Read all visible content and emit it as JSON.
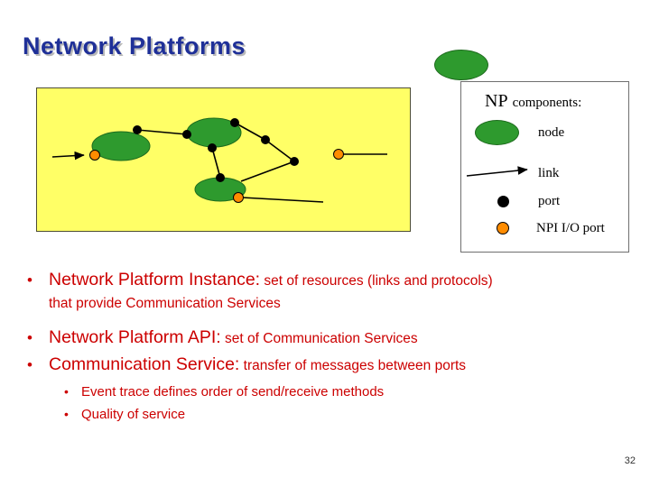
{
  "slide": {
    "title": "Network Platforms",
    "page_number": "32"
  },
  "glyphs": {
    "bullet": "•"
  },
  "colors": {
    "title_navy": "#1F3098",
    "text_red": "#CC0000",
    "node_green": "#2E9A2E",
    "npi_orange": "#FF8C00",
    "port_black": "#000000",
    "diagram_yellow": "#FFFF66"
  },
  "legend": {
    "heading_np": "NP",
    "heading_rest": "components:",
    "items": [
      {
        "icon": "node-ellipse-icon",
        "label": "node"
      },
      {
        "icon": "link-line-icon",
        "label": "link"
      },
      {
        "icon": "port-dot-icon",
        "label": "port"
      },
      {
        "icon": "npi-port-dot-icon",
        "label": "NPI I/O port"
      }
    ]
  },
  "bullets": [
    {
      "lead": "Network Platform Instance:",
      "rest": " set of resources (links and protocols)",
      "cont": "that provide Communication Services"
    },
    {
      "lead": "Network Platform API:",
      "rest": " set of Communication Services",
      "cont": ""
    },
    {
      "lead": "Communication Service:",
      "rest": " transfer of messages between ports",
      "cont": ""
    }
  ],
  "sub_bullets": [
    "Event trace defines order of send/receive methods",
    "Quality of service"
  ]
}
